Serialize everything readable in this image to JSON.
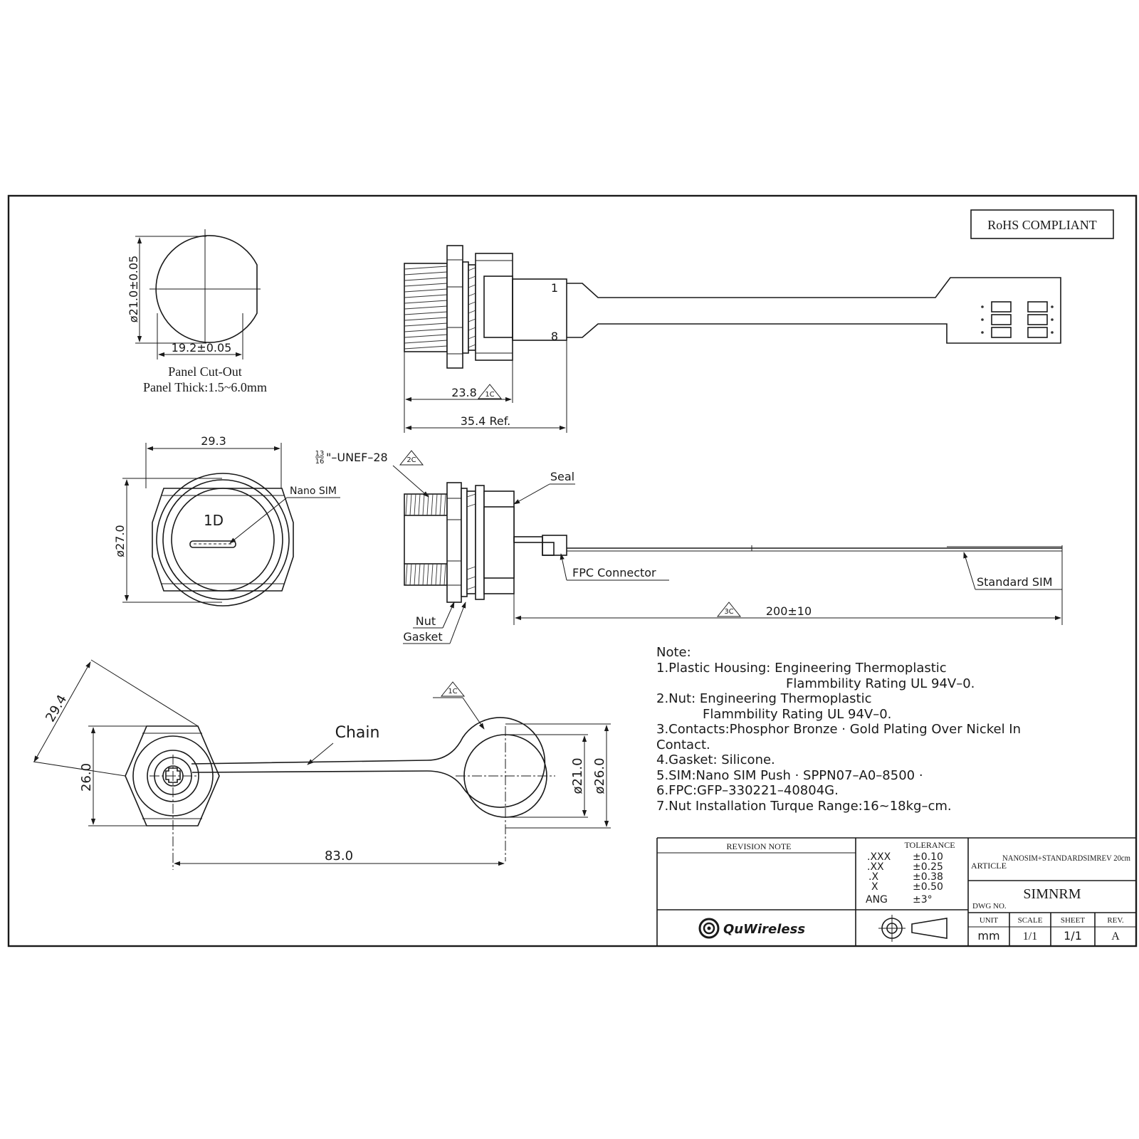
{
  "rohs": "RoHS  COMPLIANT",
  "panel_cutout": {
    "dia": "ø21.0±0.05",
    "flat": "19.2±0.05",
    "title": "Panel Cut-Out",
    "thick": "Panel Thick:1.5~6.0mm"
  },
  "side_view": {
    "pin1": "1",
    "pin8": "8",
    "dim_body": "23.8",
    "rev_body": "1C",
    "dim_ref": "35.4  Ref."
  },
  "front_view": {
    "width": "29.3",
    "dia": "ø27.0",
    "nano_sim": "Nano  SIM",
    "mark": "1D"
  },
  "section_view": {
    "thread_num": "13",
    "thread_den": "16",
    "thread_spec": "\"–UNEF–28",
    "rev_thread": "2C",
    "seal": "Seal",
    "fpc": "FPC  Connector",
    "std_sim": "Standard  SIM",
    "nut": "Nut",
    "gasket": "Gasket",
    "rev_len": "3C",
    "length": "200±10"
  },
  "cap_view": {
    "diag": "29.4",
    "hex": "26.0",
    "chain": "Chain",
    "rev": "1C",
    "ring_in": "ø21.0",
    "ring_out": "ø26.0",
    "span": "83.0"
  },
  "notes": {
    "title": "Note:",
    "lines": [
      "1.Plastic  Housing: Engineering  Thermoplastic",
      "Flammbility  Rating  UL  94V–0.",
      "2.Nut: Engineering  Thermoplastic",
      "Flammbility  Rating  UL  94V–0.",
      "3.Contacts:Phosphor  Bronze · Gold  Plating  Over  Nickel  In",
      "Contact.",
      "4.Gasket:  Silicone.",
      "5.SIM:Nano  SIM  Push · SPPN07–A0–8500 ·",
      "6.FPC:GFP–330221–40804G.",
      "7.Nut  Installation  Turque  Range:16~18kg–cm."
    ]
  },
  "title_block": {
    "revision_note": "REVISION NOTE",
    "tolerance": "TOLERANCE",
    "tol_labels": [
      ".XXX",
      ".XX",
      ".X",
      "X",
      "ANG"
    ],
    "tol_values": [
      "±0.10",
      "±0.25",
      "±0.38",
      "±0.50",
      "±3°"
    ],
    "article_label": "ARTICLE",
    "article_value": "NANOSIM+STANDARDSIMREV 20cm",
    "dwg_label": "DWG NO.",
    "dwg_value": "SIMNRM",
    "unit_label": "UNIT",
    "unit_value": "mm",
    "scale_label": "SCALE",
    "scale_value": "1/1",
    "sheet_label": "SHEET",
    "sheet_value": "1/1",
    "rev_label": "REV.",
    "rev_value": "A",
    "company": "QuWireless"
  }
}
